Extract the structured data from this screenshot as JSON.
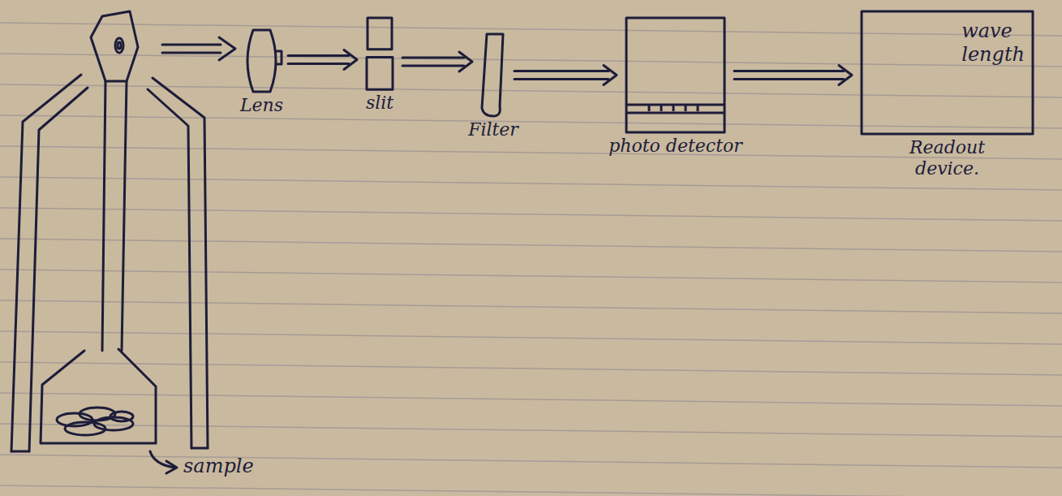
{
  "diagram": {
    "nodes": [
      {
        "text": [
          "Lens"
        ]
      },
      {
        "text": [
          "slit"
        ]
      },
      {
        "text": [
          "Filter"
        ]
      },
      {
        "text": [
          "photo detector"
        ]
      },
      {
        "text": [
          "wave length",
          "Readout device."
        ]
      }
    ],
    "edges": [
      {
        "from": 0,
        "to": 1,
        "arrow": "to"
      },
      {
        "from": 1,
        "to": 2,
        "arrow": "to"
      },
      {
        "from": 2,
        "to": 3,
        "arrow": "to"
      },
      {
        "from": 3,
        "to": 4,
        "arrow": "to"
      }
    ],
    "labels": [
      "sample"
    ]
  }
}
